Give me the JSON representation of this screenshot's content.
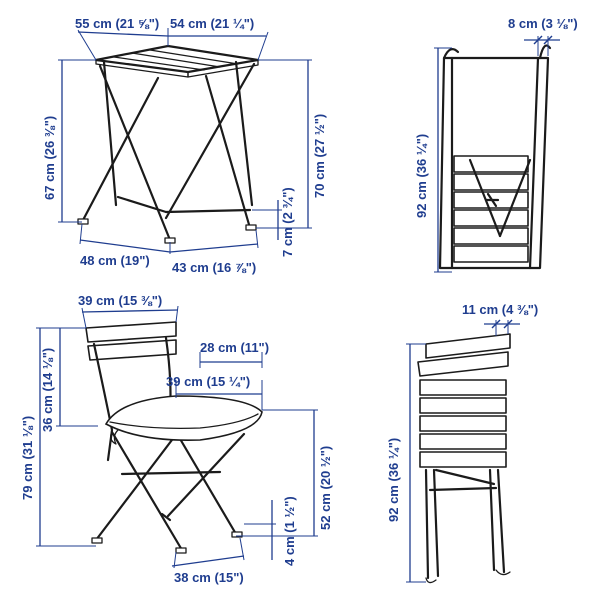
{
  "dimensions": {
    "table_top_depth": "55 cm (21 ⅝\")",
    "table_top_width": "54 cm (21 ¼\")",
    "table_height_top": "67 cm (26 ⅜\")",
    "table_height_total": "70 cm (27 ½\")",
    "table_foot_height": "7 cm (2 ¾\")",
    "table_base_depth": "48 cm (19\")",
    "table_base_width": "43 cm (16 ⅞\")",
    "table_folded_thickness": "8 cm (3 ⅛\")",
    "table_folded_height": "92 cm (36 ¼\")",
    "chair_back_width": "39 cm (15 ⅜\")",
    "chair_seat_depth": "28 cm (11\")",
    "chair_seat_width": "39 cm (15 ¼\")",
    "chair_back_height": "36 cm (14 ⅛\")",
    "chair_total_height": "79 cm (31 ⅛\")",
    "chair_seat_height": "52 cm (20 ½\")",
    "chair_foot_height": "4 cm (1 ½\")",
    "chair_base_width": "38 cm (15\")",
    "chair_folded_thickness": "11 cm (4 ⅜\")",
    "chair_folded_height": "92 cm (36 ¼\")"
  }
}
